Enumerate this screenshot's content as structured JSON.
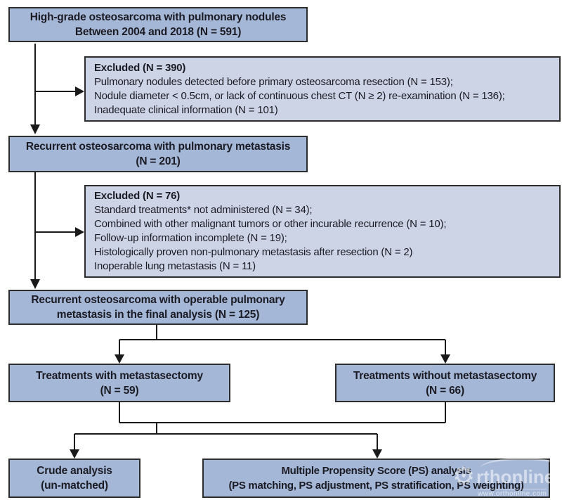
{
  "colors": {
    "flow_box_fill": "#a5b7d7",
    "excluded_box_fill": "#cdd4e6",
    "box_border": "#2d2d2d",
    "connector": "#1a1a1a",
    "text": "#1b1b24",
    "background": "#ffffff"
  },
  "flow": {
    "box1": {
      "line1": "High-grade osteosarcoma with pulmonary nodules",
      "line2": "Between 2004 and 2018 (N = 591)"
    },
    "excluded1": {
      "title": "Excluded (N = 390)",
      "items": [
        "Pulmonary nodules detected before primary osteosarcoma resection (N = 153);",
        "Nodule diameter < 0.5cm, or lack of continuous chest CT (N ≥ 2) re-examination (N = 136);",
        "Inadequate clinical information (N = 101)"
      ]
    },
    "box2": {
      "line1": "Recurrent osteosarcoma with pulmonary metastasis",
      "line2": "(N = 201)"
    },
    "excluded2": {
      "title": "Excluded (N = 76)",
      "items": [
        "Standard treatments* not administered (N = 34);",
        "Combined with other malignant tumors or other incurable recurrence (N = 10);",
        "Follow-up information incomplete (N = 19);",
        "Histologically proven non-pulmonary metastasis after resection (N = 2)",
        "Inoperable lung metastasis (N = 11)"
      ]
    },
    "box3": {
      "line1": "Recurrent osteosarcoma with operable pulmonary",
      "line2": "metastasis in the final analysis (N = 125)"
    },
    "treat_with": {
      "line1": "Treatments with metastasectomy",
      "line2": "(N = 59)"
    },
    "treat_without": {
      "line1": "Treatments without metastasectomy",
      "line2": "(N = 66)"
    },
    "crude": {
      "line1": "Crude analysis",
      "line2": "(un-matched)"
    },
    "ps_analysis": {
      "line1": "Multiple Propensity Score (PS) analysis",
      "line2": "(PS matching, PS adjustment, PS stratification, PS weighting)"
    }
  },
  "watermark": {
    "icon": "gear-icon",
    "text": "rthonline",
    "subtext": "www.orthonline.com"
  }
}
